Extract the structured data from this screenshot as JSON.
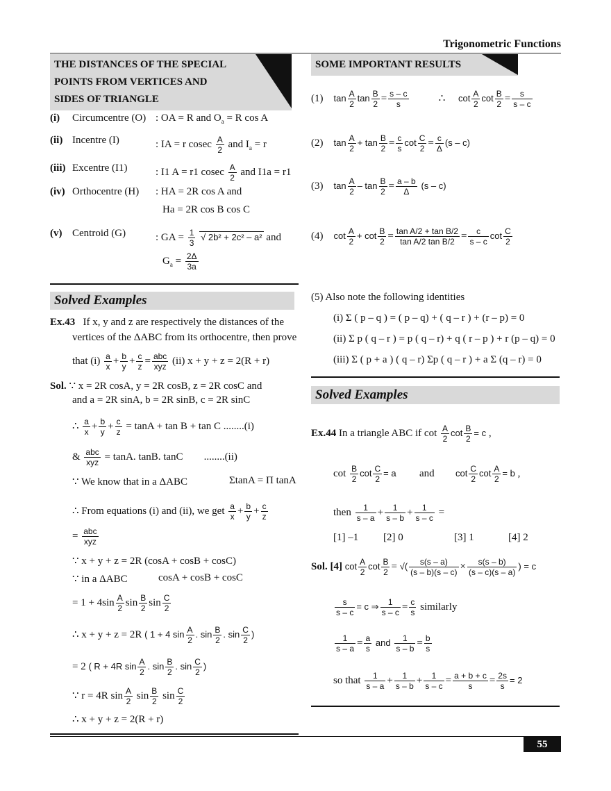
{
  "header": {
    "title": "Trigonometric Functions"
  },
  "page_number": "55",
  "left": {
    "section_title": [
      "THE DISTANCES OF THE SPECIAL",
      "POINTS FROM VERTICES AND",
      "SIDES OF  TRIANGLE"
    ],
    "items": [
      {
        "num": "(i)",
        "name": "Circumcentre (O)",
        "text": ": OA = R and O",
        "tail": "= R cos A"
      },
      {
        "num": "(ii)",
        "name": "Incentre (I)",
        "text": ": IA = r cosec",
        "tail": "and I"
      },
      {
        "num": "(iii)",
        "name": "Excentre (I1)",
        "text": ": I1 A = r1 cosec",
        "tail": "and  I1a = r1"
      },
      {
        "num": "(iv)",
        "name": "Orthocentre (H)",
        "text": ": HA = 2R cos A  and",
        "tail": "Ha = 2R cos B cos C"
      },
      {
        "num": "(v)",
        "name": "Centroid (G)",
        "text": ": GA =",
        "tail": "and"
      }
    ],
    "solved_title": "Solved Examples",
    "ex43_label": "Ex.43",
    "ex43_text1": "If x, y and z are respectively the distances of the",
    "ex43_text2": "vertices of the ΔABC from its orthocentre, then prove",
    "ex43_text3": "that (i)",
    "ex43_text4": "(ii)  x + y + z = 2(R + r)",
    "sol_label": "Sol.",
    "sol_lines": [
      "∵  x = 2R cosA, y = 2R cosB, z = 2R cosC and",
      "and a = 2R sinA, b = 2R sinB, c = 2R sinC",
      "= tanA + tan B + tan C  ........(i)",
      "= tanA. tanB. tanC",
      "........(ii)",
      "∵  We know that in a ΔABC",
      "ΣtanA = Π tanA",
      "∴  From equations (i) and (ii), we get",
      "∵  x + y + z = 2R (cosA + cosB + cosC)",
      "∵  in a ΔABC",
      "cosA + cosB + cosC",
      "∴  x + y + z  = 2(R + r)"
    ]
  },
  "right": {
    "section_title": "SOME IMPORTANT RESULTS",
    "results": [
      "(1)",
      "(2)",
      "(3)",
      "(4)"
    ],
    "note": "(5)   Also note the following identities",
    "identities": [
      "(i)   Σ ( p – q ) = ( p – q) + ( q – r ) + (r – p) = 0",
      "(ii)  Σ p ( q – r ) = p ( q – r) + q ( r – p ) + r (p – q) = 0",
      "(iii)  Σ ( p + a )  ( q – r)  Σp ( q – r ) + a Σ (q – r) = 0"
    ],
    "solved_title": "Solved Examples",
    "ex44_label": "Ex.44",
    "ex44_text": "In  a  triangle  ABC  if  cot",
    "ex44_and": "and",
    "ex44_then": "then",
    "options": [
      "[1] –1",
      "[2]  0",
      "[3]  1",
      "[4]  2"
    ],
    "sol_label": "Sol. [4]",
    "similarly": "similarly",
    "so_that": "so that"
  }
}
